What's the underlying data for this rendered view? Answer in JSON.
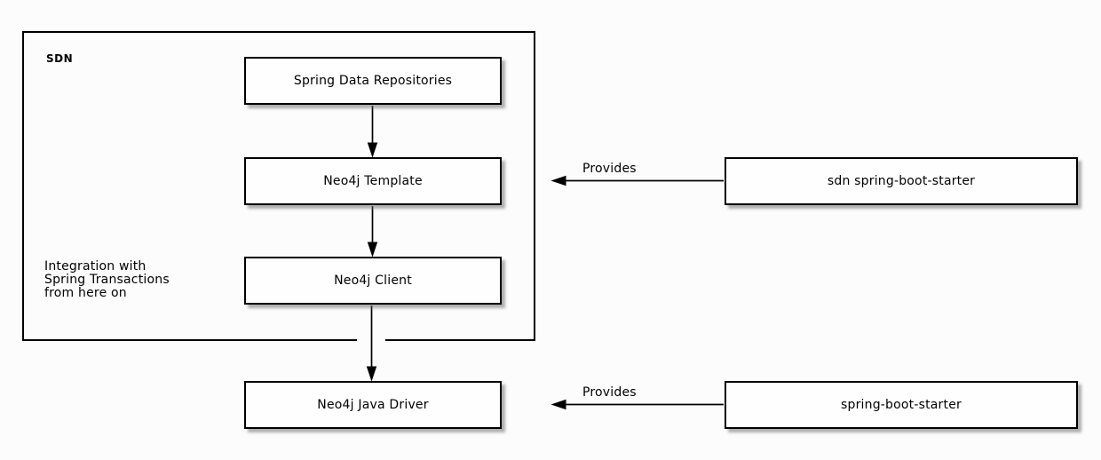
{
  "group": {
    "label": "SDN"
  },
  "nodes": {
    "spring_data_repositories": "Spring Data Repositories",
    "neo4j_template": "Neo4j Template",
    "neo4j_client": "Neo4j Client",
    "neo4j_java_driver": "Neo4j Java Driver",
    "sdn_spring_boot_starter": "sdn spring-boot-starter",
    "spring_boot_starter": "spring-boot-starter"
  },
  "annotation": {
    "line1": "Integration with",
    "line2": "Spring Transactions",
    "line3": "from here on"
  },
  "edges": [
    {
      "from": "Spring Data Repositories",
      "to": "Neo4j Template",
      "label": ""
    },
    {
      "from": "Neo4j Template",
      "to": "Neo4j Client",
      "label": ""
    },
    {
      "from": "Neo4j Client",
      "to": "Neo4j Java Driver",
      "label": ""
    },
    {
      "from": "sdn spring-boot-starter",
      "to": "Neo4j Template",
      "label": "Provides"
    },
    {
      "from": "spring-boot-starter",
      "to": "Neo4j Java Driver",
      "label": "Provides"
    }
  ],
  "colors": {
    "line": "#000000",
    "node_fill": "#fefefe",
    "node_border": "#000000",
    "background": "#fcfcfc",
    "shadow": "#6e6e6e"
  }
}
